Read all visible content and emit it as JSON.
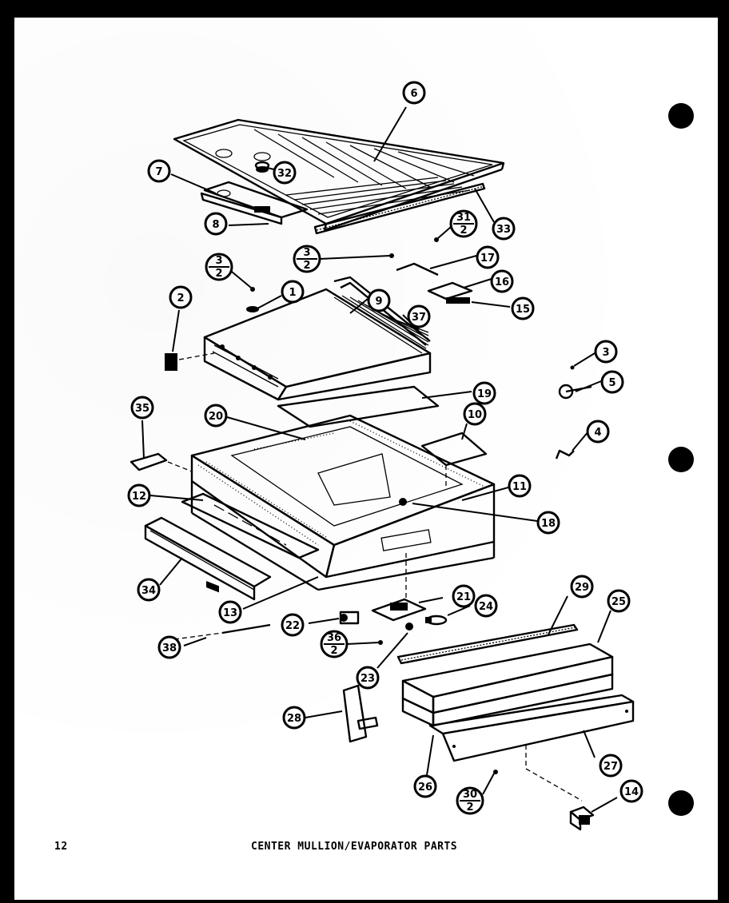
{
  "footer": {
    "page_number": "12",
    "caption": "CENTER MULLION/EVAPORATOR PARTS"
  },
  "callouts": [
    {
      "id": "c6",
      "label": "6"
    },
    {
      "id": "c7",
      "label": "7"
    },
    {
      "id": "c32",
      "label": "32"
    },
    {
      "id": "c8",
      "label": "8"
    },
    {
      "id": "c33",
      "label": "33"
    },
    {
      "id": "c1",
      "label": "1"
    },
    {
      "id": "c2",
      "label": "2"
    },
    {
      "id": "c9",
      "label": "9"
    },
    {
      "id": "c37",
      "label": "37"
    },
    {
      "id": "c17",
      "label": "17"
    },
    {
      "id": "c16",
      "label": "16"
    },
    {
      "id": "c15",
      "label": "15"
    },
    {
      "id": "c3",
      "label": "3"
    },
    {
      "id": "c5",
      "label": "5"
    },
    {
      "id": "c19",
      "label": "19"
    },
    {
      "id": "c35",
      "label": "35"
    },
    {
      "id": "c20",
      "label": "20"
    },
    {
      "id": "c10",
      "label": "10"
    },
    {
      "id": "c4",
      "label": "4"
    },
    {
      "id": "c12",
      "label": "12"
    },
    {
      "id": "c11",
      "label": "11"
    },
    {
      "id": "c18",
      "label": "18"
    },
    {
      "id": "c34",
      "label": "34"
    },
    {
      "id": "c13",
      "label": "13"
    },
    {
      "id": "c21",
      "label": "21"
    },
    {
      "id": "c24",
      "label": "24"
    },
    {
      "id": "c29",
      "label": "29"
    },
    {
      "id": "c25",
      "label": "25"
    },
    {
      "id": "c22",
      "label": "22"
    },
    {
      "id": "c38",
      "label": "38"
    },
    {
      "id": "c23",
      "label": "23"
    },
    {
      "id": "c28",
      "label": "28"
    },
    {
      "id": "c27",
      "label": "27"
    },
    {
      "id": "c26",
      "label": "26"
    },
    {
      "id": "c14",
      "label": "14"
    }
  ],
  "fraction_callouts": [
    {
      "id": "f31",
      "top": "31",
      "bottom": "2"
    },
    {
      "id": "f3a",
      "top": "3",
      "bottom": "2"
    },
    {
      "id": "f3b",
      "top": "3",
      "bottom": "2"
    },
    {
      "id": "f36",
      "top": "36",
      "bottom": "2"
    },
    {
      "id": "f30",
      "top": "30",
      "bottom": "2"
    }
  ]
}
